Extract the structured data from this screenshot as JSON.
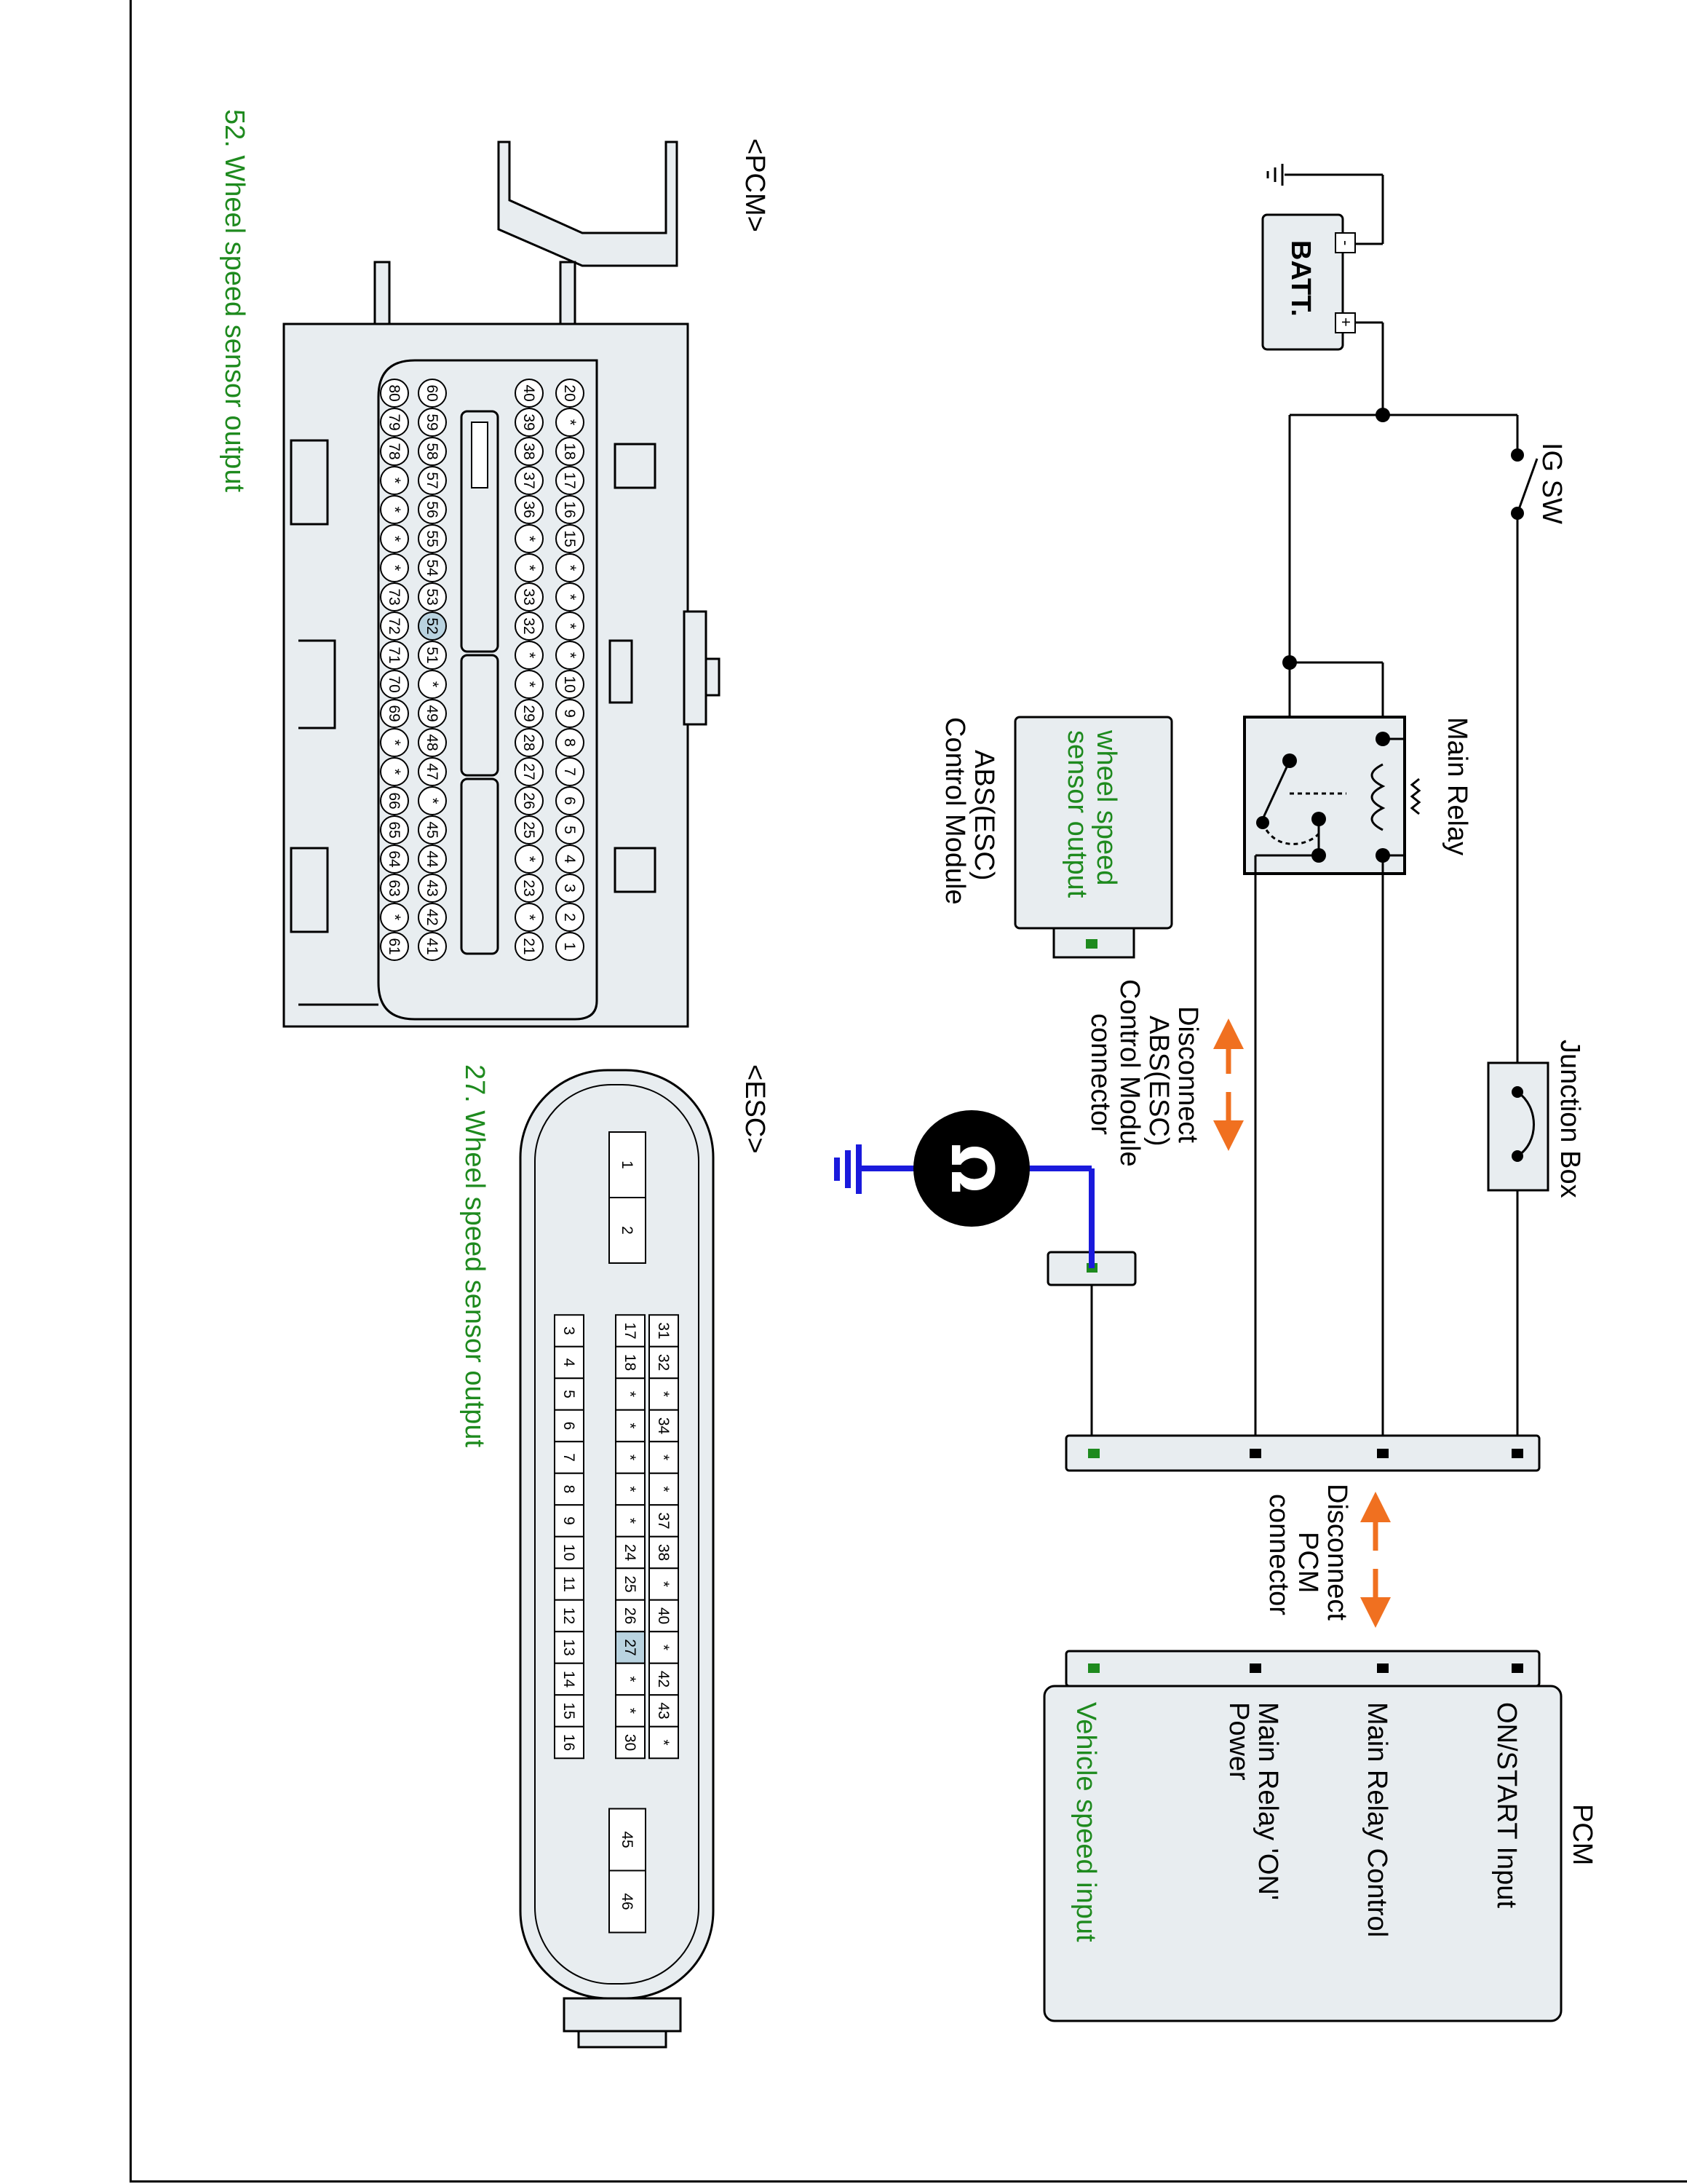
{
  "title": "",
  "battery": {
    "label": "BATT.",
    "plus": "+",
    "minus": "-"
  },
  "ig_switch": {
    "label": "IG SW"
  },
  "main_relay": {
    "label": "Main Relay"
  },
  "junction_box": {
    "label": "Junction Box"
  },
  "abs_module": {
    "signal_label_1": "wheel speed",
    "signal_label_2": "sensor output",
    "name_line_1": "ABS(ESC)",
    "name_line_2": "Control Module"
  },
  "disconnect_abs": {
    "line_1": "Disconnect",
    "line_2": "ABS(ESC)",
    "line_3": "Control Module",
    "line_4": "connector"
  },
  "disconnect_pcm": {
    "line_1": "Disconnect",
    "line_2": "PCM",
    "line_3": "connector"
  },
  "pcm_module": {
    "title": "PCM",
    "inputs": [
      "ON/START Input",
      "Main Relay Control",
      "Main Relay 'ON'",
      "Power",
      "Vehicle speed input"
    ]
  },
  "pcm_connector": {
    "header": "<PCM>",
    "caption": "52. Wheel speed sensor output",
    "highlight_pin": "52",
    "row_1": [
      "20",
      "*",
      "18",
      "17",
      "16",
      "15",
      "*",
      "*",
      "*",
      "*",
      "10",
      "9",
      "8",
      "7",
      "6",
      "5",
      "4",
      "3",
      "2",
      "1"
    ],
    "row_2": [
      "40",
      "39",
      "38",
      "37",
      "36",
      "*",
      "*",
      "33",
      "32",
      "*",
      "*",
      "29",
      "28",
      "27",
      "26",
      "25",
      "*",
      "23",
      "*",
      "21"
    ],
    "row_3": [
      "60",
      "59",
      "58",
      "57",
      "56",
      "55",
      "54",
      "53",
      "52",
      "51",
      "*",
      "49",
      "48",
      "47",
      "*",
      "45",
      "44",
      "43",
      "42",
      "41"
    ],
    "row_4": [
      "80",
      "79",
      "78",
      "*",
      "*",
      "*",
      "*",
      "73",
      "72",
      "71",
      "70",
      "69",
      "*",
      "*",
      "66",
      "65",
      "64",
      "63",
      "*",
      "61"
    ]
  },
  "esc_connector": {
    "header": "<ESC>",
    "caption": "27. Wheel speed sensor output",
    "highlight_pin": "27",
    "top_pins": [
      "1",
      "2"
    ],
    "row_a": [
      "31",
      "32",
      "*",
      "34",
      "*",
      "*",
      "37",
      "38",
      "*",
      "40",
      "*",
      "42",
      "43",
      "*"
    ],
    "row_b": [
      "17",
      "18",
      "*",
      "*",
      "*",
      "*",
      "*",
      "24",
      "25",
      "26",
      "27",
      "*",
      "*",
      "30"
    ],
    "row_c": [
      "3",
      "4",
      "5",
      "6",
      "7",
      "8",
      "9",
      "10",
      "11",
      "12",
      "13",
      "14",
      "15",
      "16"
    ],
    "bottom_pins": [
      "45",
      "46"
    ]
  },
  "colors": {
    "green": "#1e8a1e",
    "orange": "#f07020",
    "blue": "#1a1adc",
    "highlight": "#b9d3e0",
    "connector_fill": "#e8edf0"
  }
}
